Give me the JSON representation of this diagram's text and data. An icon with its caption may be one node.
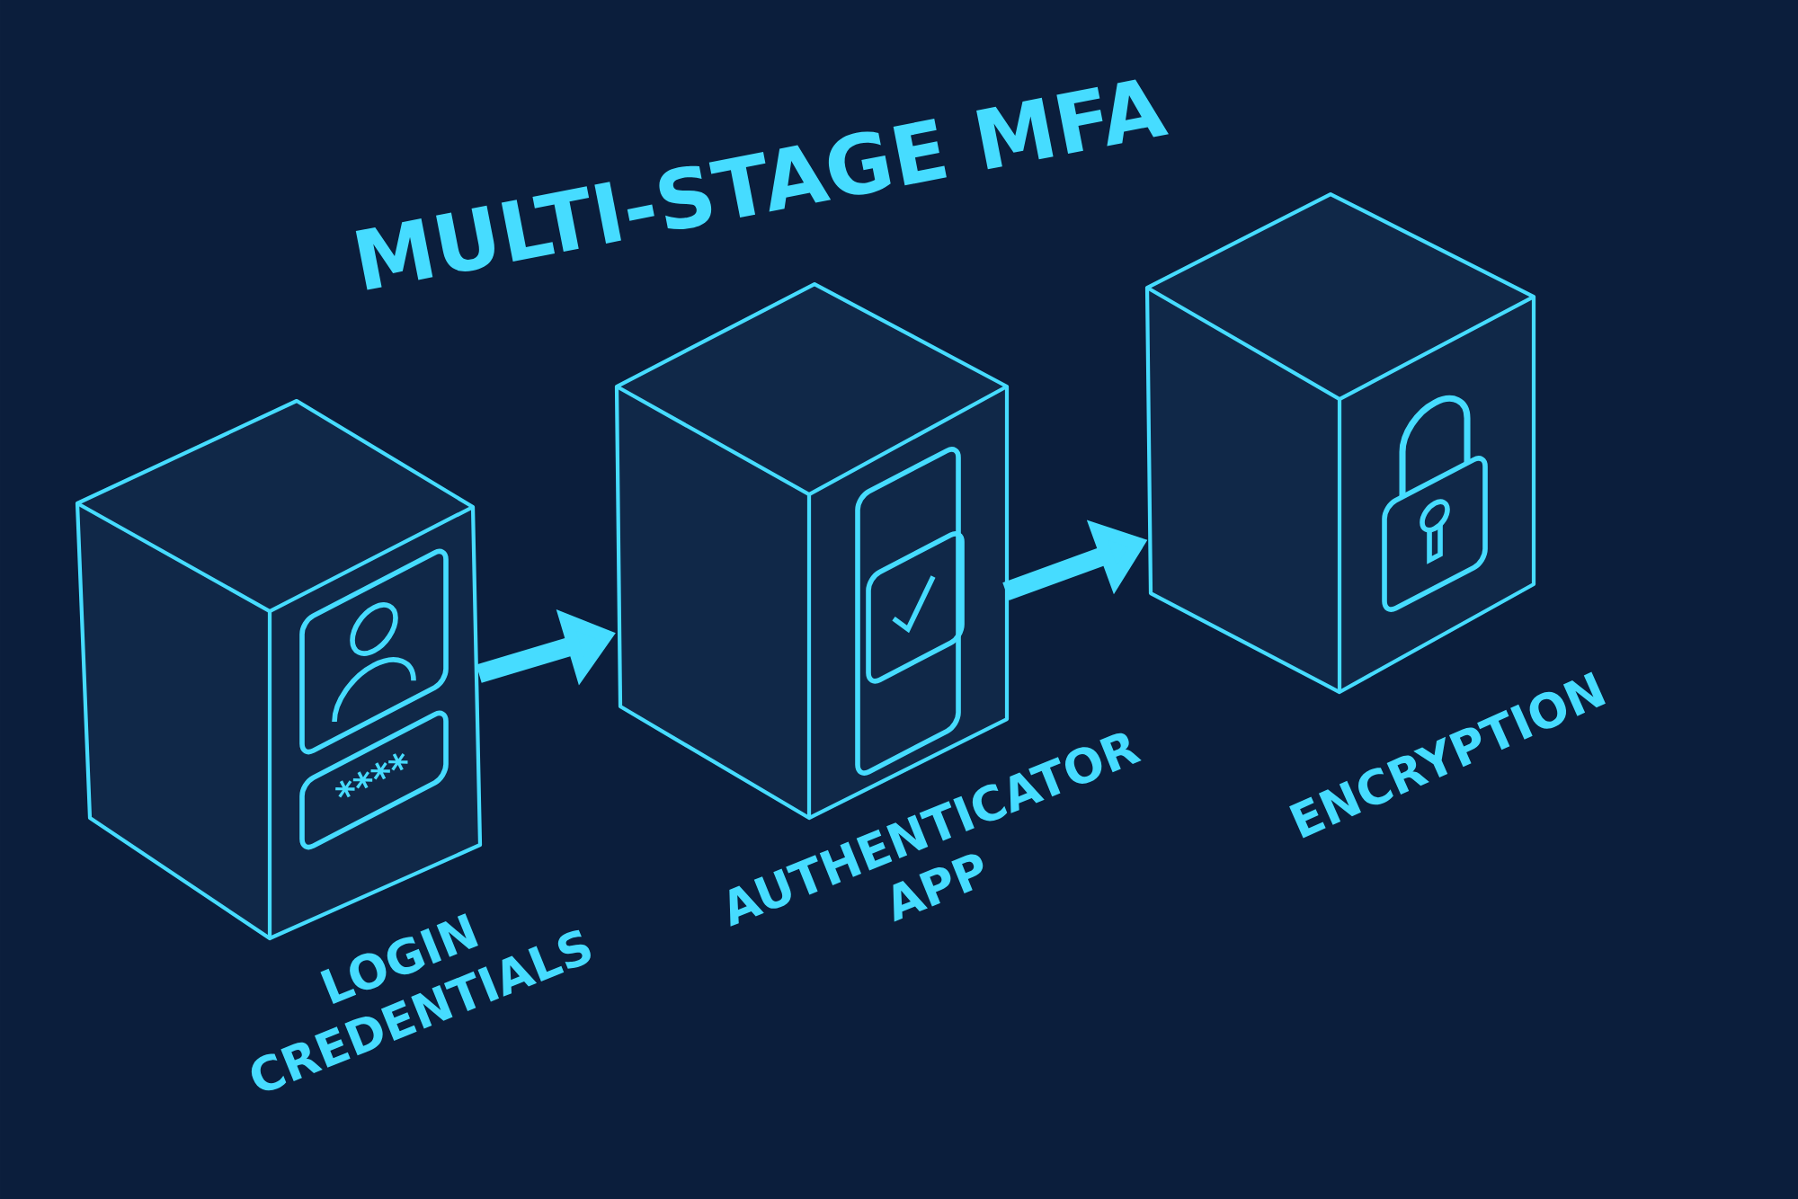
{
  "diagram": {
    "title": "MULTI-STAGE MFA",
    "nodes": [
      {
        "text": [
          "LOGIN CREDENTIALS"
        ]
      },
      {
        "text": [
          "AUTHENTICATOR APP"
        ]
      },
      {
        "text": [
          "ENCRYPTION"
        ]
      }
    ],
    "edges": [
      {
        "from": 0,
        "to": 1,
        "arrow": "to"
      },
      {
        "from": 1,
        "to": 2,
        "arrow": "to"
      }
    ],
    "labels": [
      "****"
    ]
  }
}
